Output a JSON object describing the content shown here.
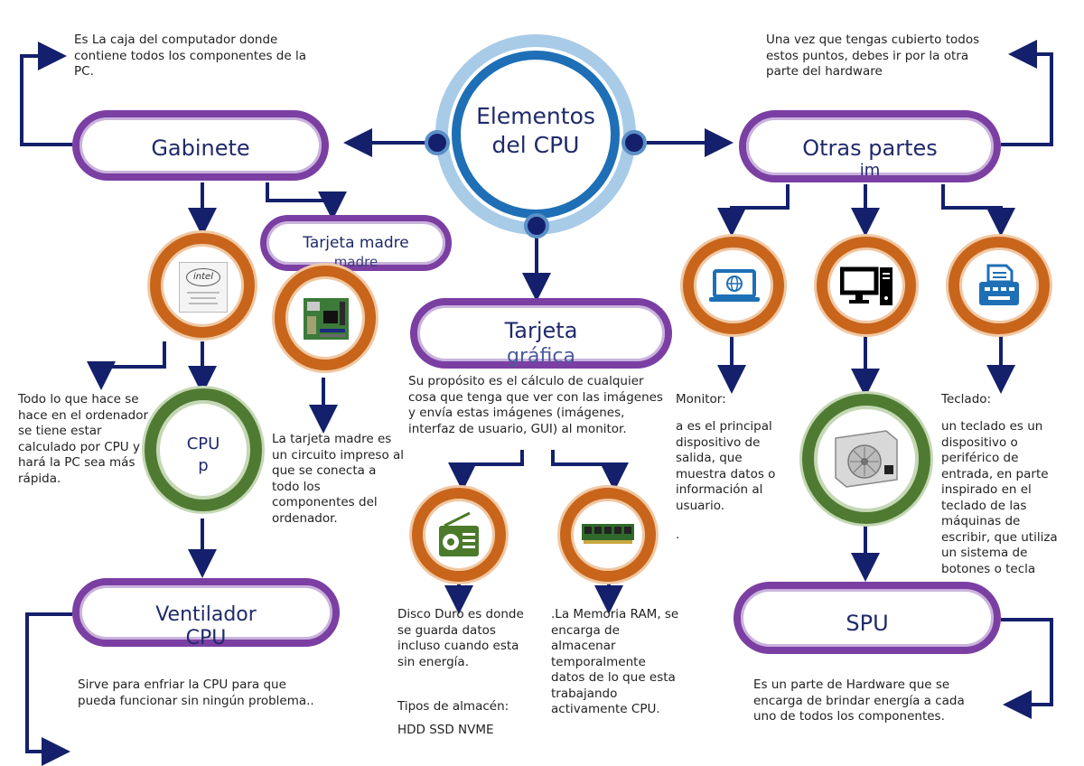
{
  "center": {
    "line1": "Elementos",
    "line2": "del CPU"
  },
  "gabinete": {
    "title": "Gabinete",
    "desc": "Es La caja del computador donde contiene todos los componentes de la PC."
  },
  "tarjeta_madre": {
    "title": "Tarjeta madre",
    "ghost": "madre",
    "desc": "La tarjeta madre es un circuito impreso al que se conecta a todo los componentes del ordenador."
  },
  "cpu": {
    "title": "CPU",
    "ghost": "p",
    "desc": "Todo lo que hace se hace en el ordenador se tiene estar calculado por CPU y hará la PC sea más rápida."
  },
  "ventilador": {
    "title": "Ventilador",
    "ghost": "CPU",
    "desc": "Sirve para enfriar la CPU para que pueda funcionar sin ningún problema.."
  },
  "tarjeta_grafica": {
    "title": "Tarjeta",
    "ghost": "gráfica",
    "desc": "Su propósito es el cálculo de cualquier cosa que tenga que ver con las imágenes y envía estas imágenes (imágenes, interfaz de usuario, GUI) al monitor."
  },
  "disco": {
    "desc": "Disco Duro es donde se guarda datos incluso cuando esta sin energía.",
    "tipos_label": "Tipos de almacén:",
    "tipos": "HDD SSD NVME"
  },
  "ram": {
    "desc": ".La Memoria RAM, se encarga  de almacenar temporalmente datos de lo que esta trabajando activamente CPU."
  },
  "otras": {
    "title": "Otras partes",
    "ghost": "im",
    "desc": "Una vez que tengas cubierto todos estos puntos, debes ir por la otra parte del hardware"
  },
  "monitor": {
    "label": "Monitor:",
    "desc": " a es el principal dispositivo de salida, que muestra datos o información al usuario.",
    "dot": "."
  },
  "teclado": {
    "label": "Teclado:",
    "desc": "un teclado es un dispositivo o periférico de entrada, en parte inspirado en el teclado de las máquinas de escribir, que utiliza un sistema de botones o tecla"
  },
  "spu": {
    "title": "SPU",
    "desc": "Es un parte de Hardware que se encarga de brindar energía a cada uno de todos los componentes."
  },
  "intel_logo": "intel",
  "colors": {
    "arrow": "#14206b",
    "purple": "#7b3fa3",
    "orange": "#c8651b",
    "green": "#4f7a32",
    "blue": "#1e6fb5",
    "text_title": "#1f2a6b"
  }
}
